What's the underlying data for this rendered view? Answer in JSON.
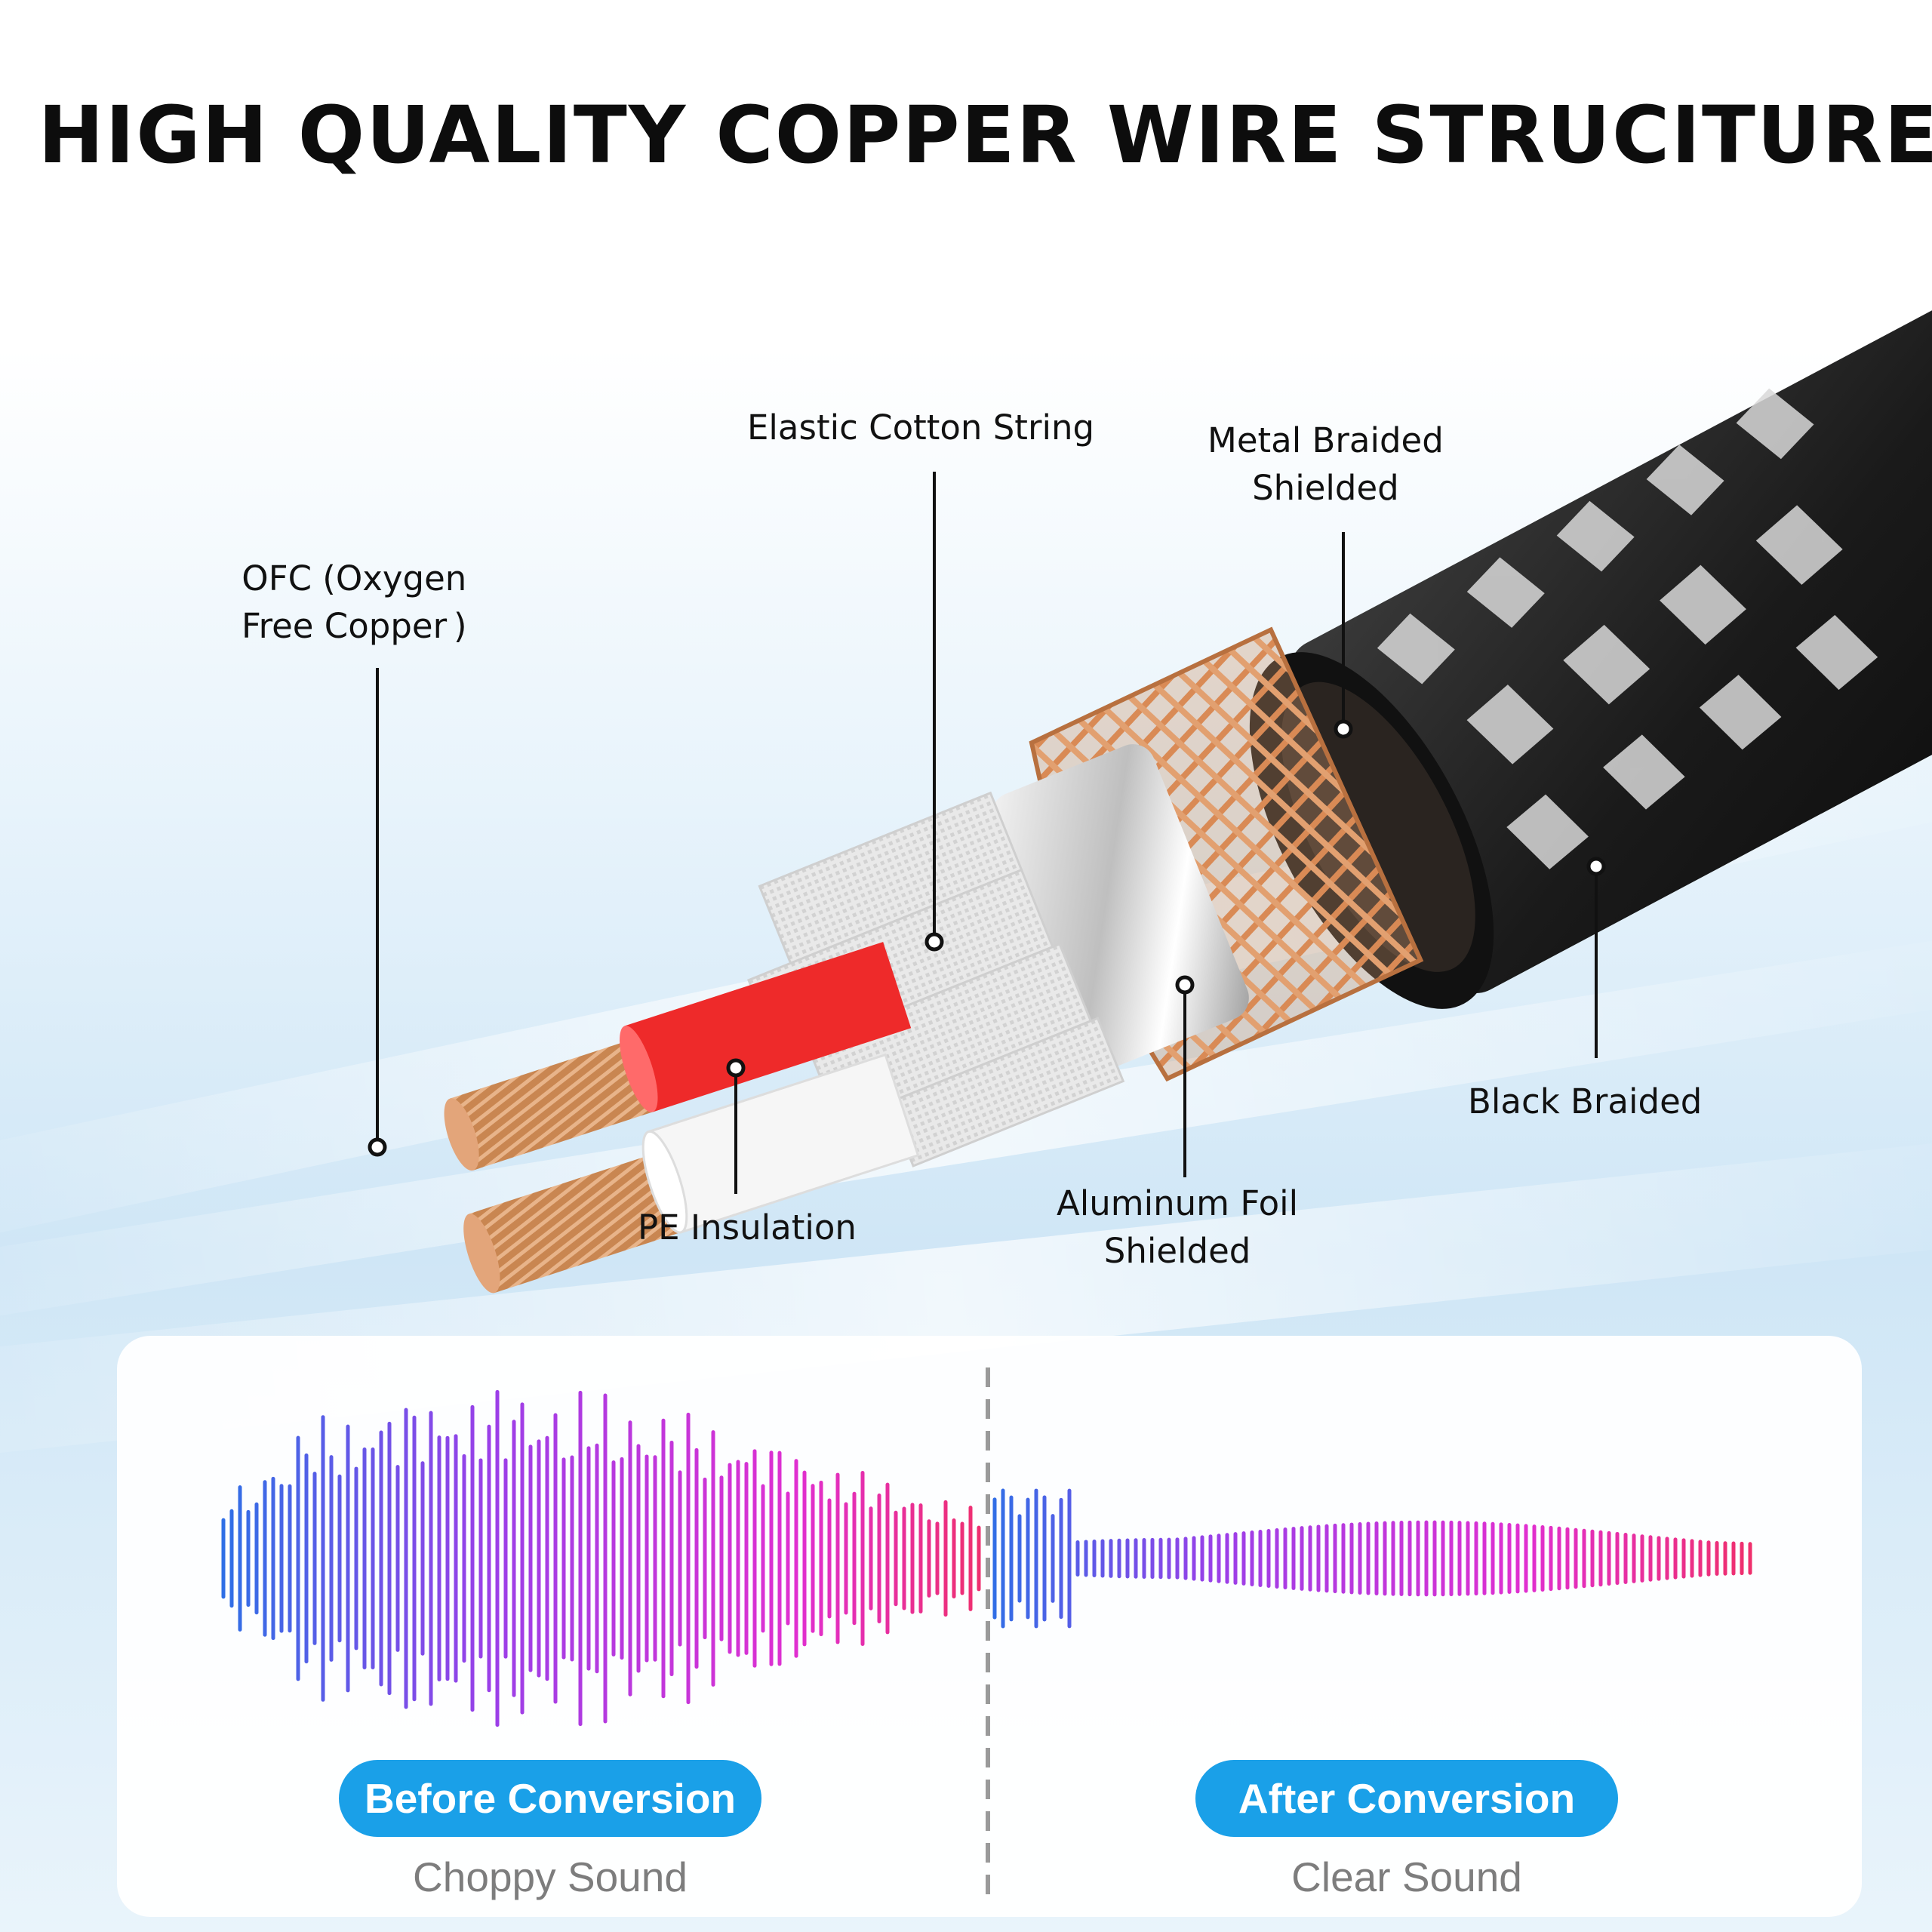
{
  "title": "HIGH QUALITY COPPER WIRE STRUCITURE",
  "callouts": {
    "ofc": [
      "OFC (Oxygen",
      "Free Copper )"
    ],
    "elastic": [
      "Elastic Cotton String"
    ],
    "metal": [
      "Metal Braided",
      "Shielded"
    ],
    "pe": [
      "PE Insulation"
    ],
    "aluminum": [
      "Aluminum Foil",
      "Shielded"
    ],
    "black": [
      "Black Braided"
    ]
  },
  "comparison": {
    "before": {
      "label": "Before Conversion",
      "caption": "Choppy Sound"
    },
    "after": {
      "label": "After Conversion",
      "caption": "Clear Sound"
    }
  },
  "colors": {
    "accent": "#1aa0e8",
    "wave_blue": "#2f6fe6",
    "wave_purple": "#9b3fe8",
    "wave_magenta": "#e02fd0",
    "wave_red": "#ef2f6a",
    "copper": "#cf8a5a",
    "insulation_red": "#ee2a2a"
  }
}
